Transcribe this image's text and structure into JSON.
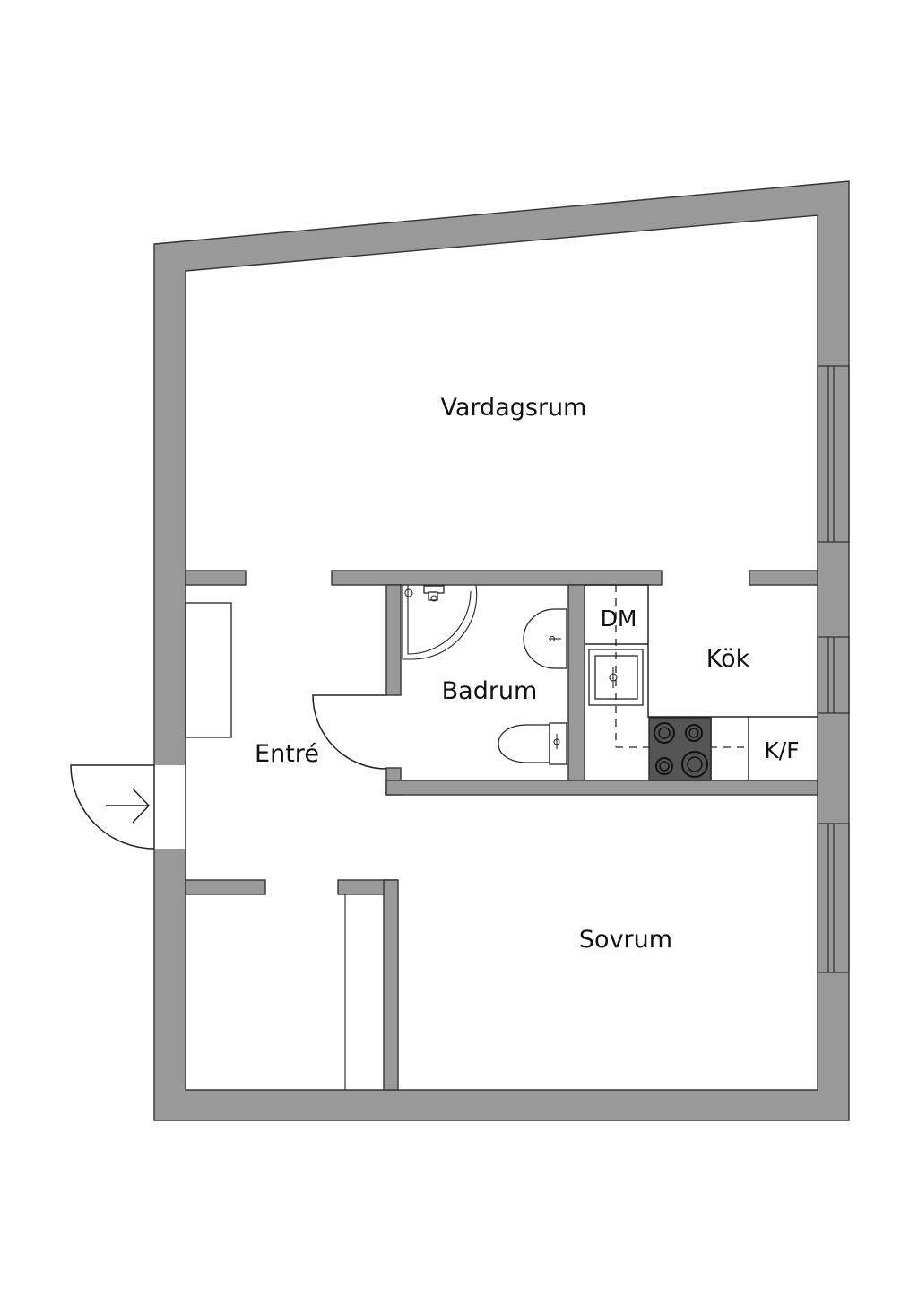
{
  "rooms": {
    "vardagsrum": "Vardagsrum",
    "badrum": "Badrum",
    "kok": "Kök",
    "entre": "Entré",
    "sovrum": "Sovrum"
  },
  "appliances": {
    "dishwasher": "DM",
    "fridge_freezer": "K/F"
  },
  "colors": {
    "wall_fill": "#999999",
    "stove_fill": "#555555",
    "line": "#222222"
  },
  "icons": {
    "entrance": "arrow-right-icon"
  }
}
